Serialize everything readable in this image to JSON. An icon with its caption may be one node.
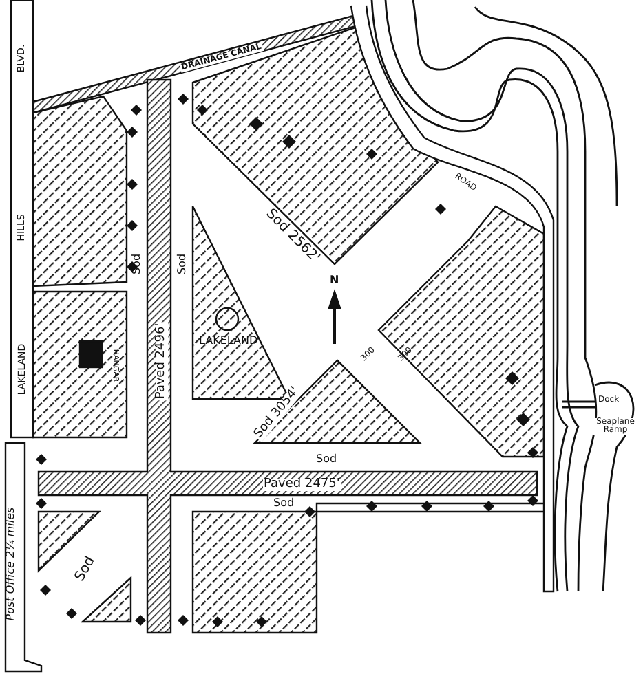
{
  "diagram": {
    "labels": [
      "DRAINAGE CANAL",
      "BLVD.",
      "ROAD",
      "Sod 2562'",
      "Sod",
      "Sod",
      "HILLS",
      "N",
      "LAKELAND",
      "HANGAR",
      "Paved 2496'",
      "300",
      "300",
      "Sod 3054'",
      "LAKELAND",
      "Sod",
      "Paved 2475'",
      "Sod",
      "Dock",
      "Seaplane Ramp",
      "Sod",
      "Post Office 2¼ miles"
    ]
  }
}
